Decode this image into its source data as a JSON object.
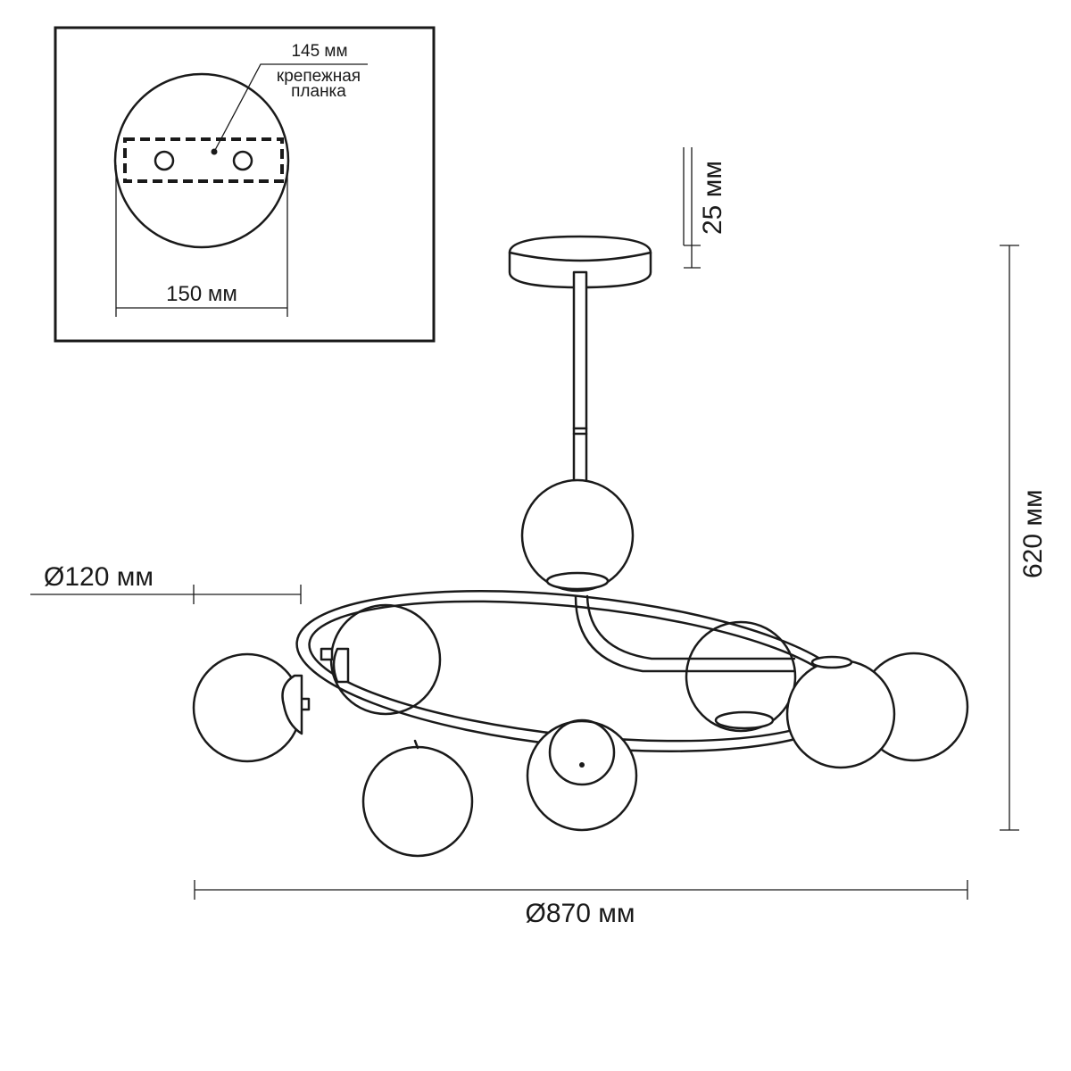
{
  "inset": {
    "plate_width_label": "145 мм",
    "bracket_label_line1": "крепежная",
    "bracket_label_line2": "планка",
    "base_diameter_label": "150 мм"
  },
  "dimensions": {
    "canopy_height": "25 мм",
    "total_height": "620 мм",
    "shade_diameter": "Ø120 мм",
    "total_diameter": "Ø870 мм"
  }
}
